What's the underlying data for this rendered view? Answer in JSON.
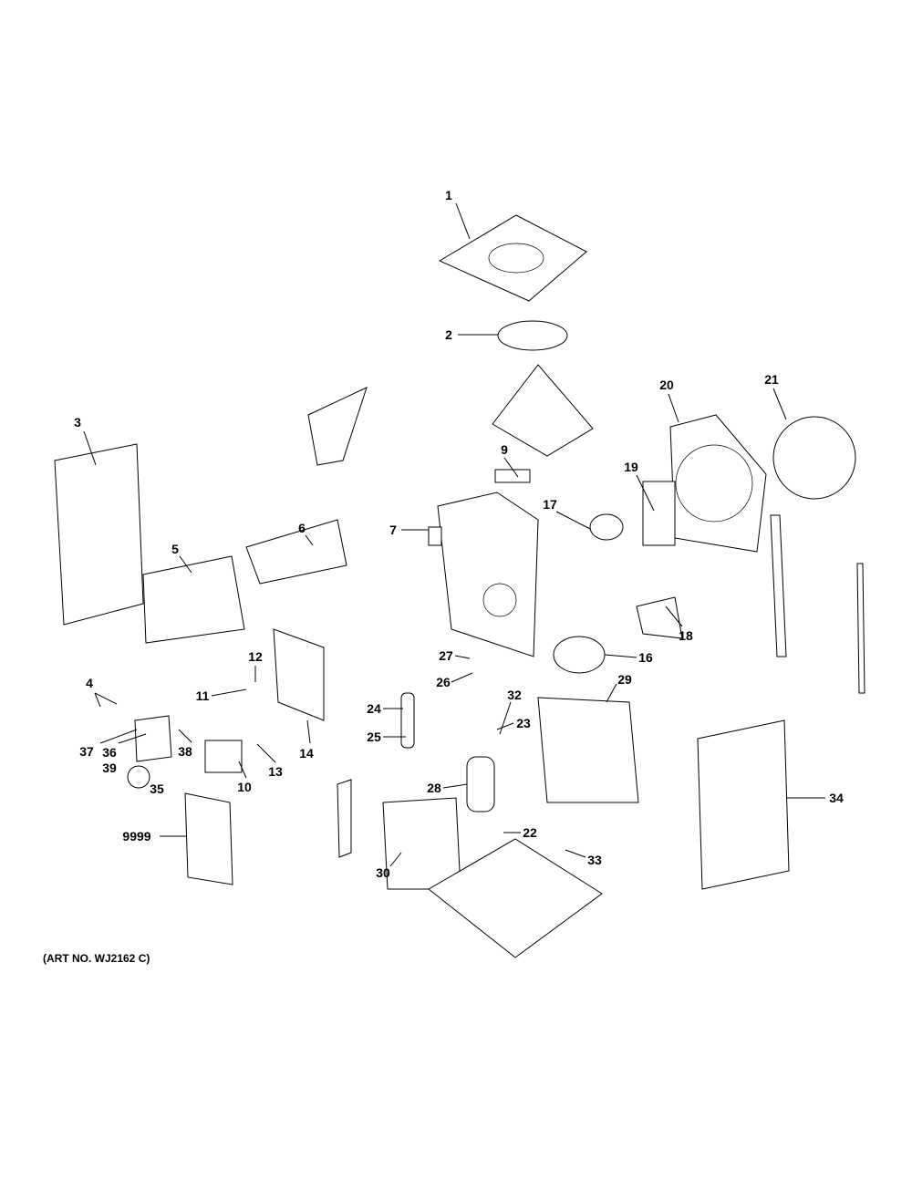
{
  "diagram": {
    "callouts": {
      "p1": "1",
      "p2": "2",
      "p3": "3",
      "p4": "4",
      "p5": "5",
      "p6": "6",
      "p7": "7",
      "p9": "9",
      "p10": "10",
      "p11": "11",
      "p12": "12",
      "p13": "13",
      "p14": "14",
      "p16": "16",
      "p17": "17",
      "p18": "18",
      "p19": "19",
      "p20": "20",
      "p21": "21",
      "p22": "22",
      "p23": "23",
      "p24": "24",
      "p25": "25",
      "p26": "26",
      "p27": "27",
      "p28": "28",
      "p29": "29",
      "p30": "30",
      "p32": "32",
      "p33": "33",
      "p34": "34",
      "p35": "35",
      "p36": "36",
      "p37": "37",
      "p38": "38",
      "p39": "39",
      "p9999": "9999"
    },
    "art_number": "(ART NO. WJ2162 C)"
  }
}
